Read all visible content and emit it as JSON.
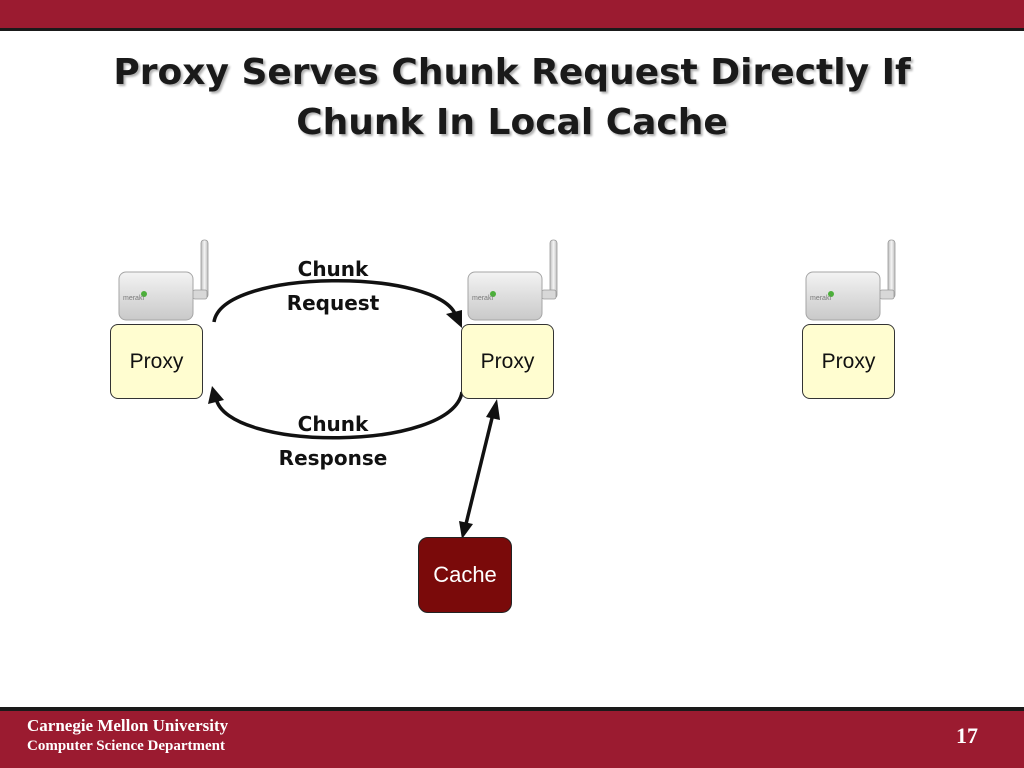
{
  "slide": {
    "title_line1": "Proxy Serves Chunk Request Directly If",
    "title_line2": "Chunk In Local Cache"
  },
  "nodes": {
    "proxy_left": "Proxy",
    "proxy_middle": "Proxy",
    "proxy_right": "Proxy",
    "cache": "Cache"
  },
  "edges": {
    "request_line1": "Chunk",
    "request_line2": "Request",
    "response_line1": "Chunk",
    "response_line2": "Response"
  },
  "device_brand": "meraki",
  "colors": {
    "accent_bar": "#9b1b30",
    "proxy_fill": "#fffdd0",
    "cache_fill": "#7a0a0a"
  },
  "footer": {
    "university": "Carnegie Mellon University",
    "department": "Computer Science Department",
    "page_number": "17"
  }
}
